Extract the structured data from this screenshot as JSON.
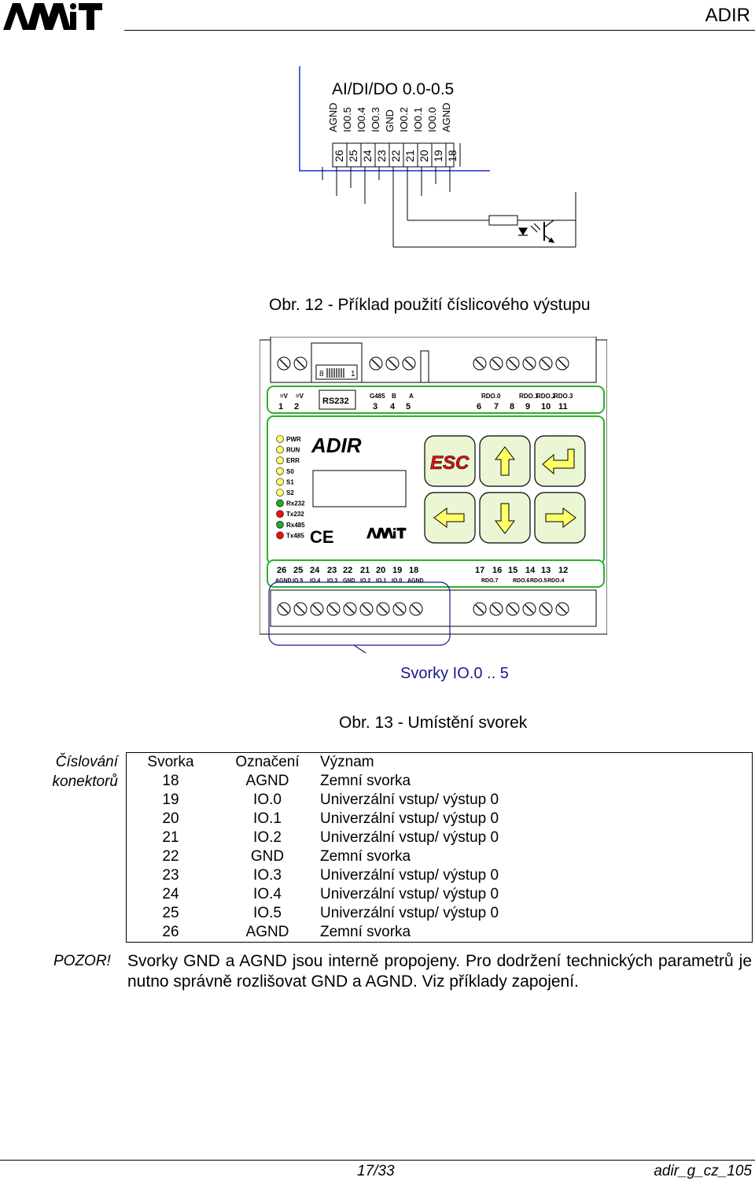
{
  "header": {
    "title": "ADIR"
  },
  "figure12": {
    "title": "AI/DI/DO 0.0-0.5",
    "signals": [
      "AGND",
      "IO0.5",
      "IO0.4",
      "IO0.3",
      "GND",
      "IO0.2",
      "IO0.1",
      "IO0.0",
      "AGND"
    ],
    "pins": [
      "26",
      "25",
      "24",
      "23",
      "22",
      "21",
      "20",
      "19",
      "18"
    ],
    "caption": "Obr. 12 - Příklad použití číslicového výstupu"
  },
  "device": {
    "brand": "ADIR",
    "connector": "RS232",
    "connector_pins_left": "8",
    "connector_pins_right": "1",
    "top_labels": [
      "=V",
      "=V",
      "G485",
      "B",
      "A",
      "RDO.0",
      "RDO.1",
      "RDO.2",
      "RDO.3"
    ],
    "top_pins": [
      "1",
      "2",
      "3",
      "4",
      "5",
      "6",
      "7",
      "8",
      "9",
      "10",
      "11"
    ],
    "leds": [
      "PWR",
      "RUN",
      "ERR",
      "S0",
      "S1",
      "S2",
      "Rx232",
      "Tx232",
      "Rx485",
      "Tx485"
    ],
    "esc_label": "ESC",
    "ce_mark": "CE",
    "bottom_pins": [
      "26",
      "25",
      "24",
      "23",
      "22",
      "21",
      "20",
      "19",
      "18",
      "17",
      "16",
      "15",
      "14",
      "13",
      "12"
    ],
    "bottom_labels": [
      "AGND",
      "IO.5",
      "IO.4",
      "IO.3",
      "GND",
      "IO.2",
      "IO.1",
      "IO.0",
      "AGND",
      "RDO.7",
      "RDO.6",
      "RDO.5",
      "RDO.4"
    ],
    "callout": "Svorky IO.0 .. 5",
    "caption": "Obr. 13 - Umístění svorek"
  },
  "pin_section": {
    "side_label_1": "Číslování",
    "side_label_2": "konektorů",
    "headers": [
      "Svorka",
      "Označení",
      "Význam"
    ],
    "rows": [
      [
        "18",
        "AGND",
        "Zemní svorka"
      ],
      [
        "19",
        "IO.0",
        "Univerzální vstup/ výstup 0"
      ],
      [
        "20",
        "IO.1",
        "Univerzální vstup/ výstup 0"
      ],
      [
        "21",
        "IO.2",
        "Univerzální vstup/ výstup 0"
      ],
      [
        "22",
        "GND",
        "Zemní svorka"
      ],
      [
        "23",
        "IO.3",
        "Univerzální vstup/ výstup 0"
      ],
      [
        "24",
        "IO.4",
        "Univerzální vstup/ výstup 0"
      ],
      [
        "25",
        "IO.5",
        "Univerzální vstup/ výstup 0"
      ],
      [
        "26",
        "AGND",
        "Zemní svorka"
      ]
    ]
  },
  "warning": {
    "label": "POZOR!",
    "text": "Svorky GND a AGND jsou interně propojeny. Pro dodržení technických parametrů je nutno správně rozlišovat GND a AGND. Viz příklady zapojení."
  },
  "footer": {
    "page": "17/33",
    "doc_id": "adir_g_cz_105"
  },
  "colors": {
    "led_yellow": "#ffff66",
    "led_green": "#22aa22",
    "led_red": "#ee1111",
    "key_yellow": "#ffff66",
    "key_green": "#eaf6d4",
    "esc_red": "#ee1111",
    "frame_green": "#2bb02b",
    "callout_blue": "#1a1a8a"
  }
}
